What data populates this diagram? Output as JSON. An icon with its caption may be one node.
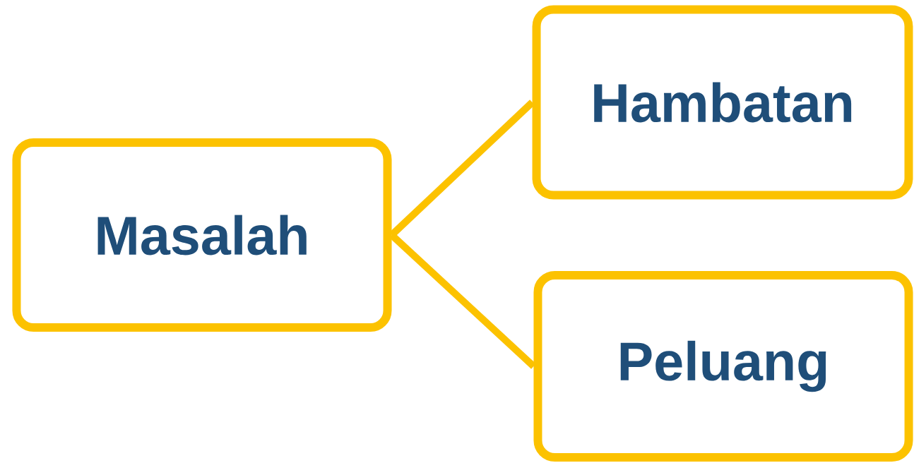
{
  "diagram": {
    "nodes": [
      {
        "text": [
          "Masalah"
        ]
      },
      {
        "text": [
          "Hambatan"
        ]
      },
      {
        "text": [
          "Peluang"
        ]
      }
    ],
    "edges": [
      {
        "from": 0,
        "to": 1,
        "arrow": "none"
      },
      {
        "from": 0,
        "to": 2,
        "arrow": "none"
      }
    ]
  }
}
